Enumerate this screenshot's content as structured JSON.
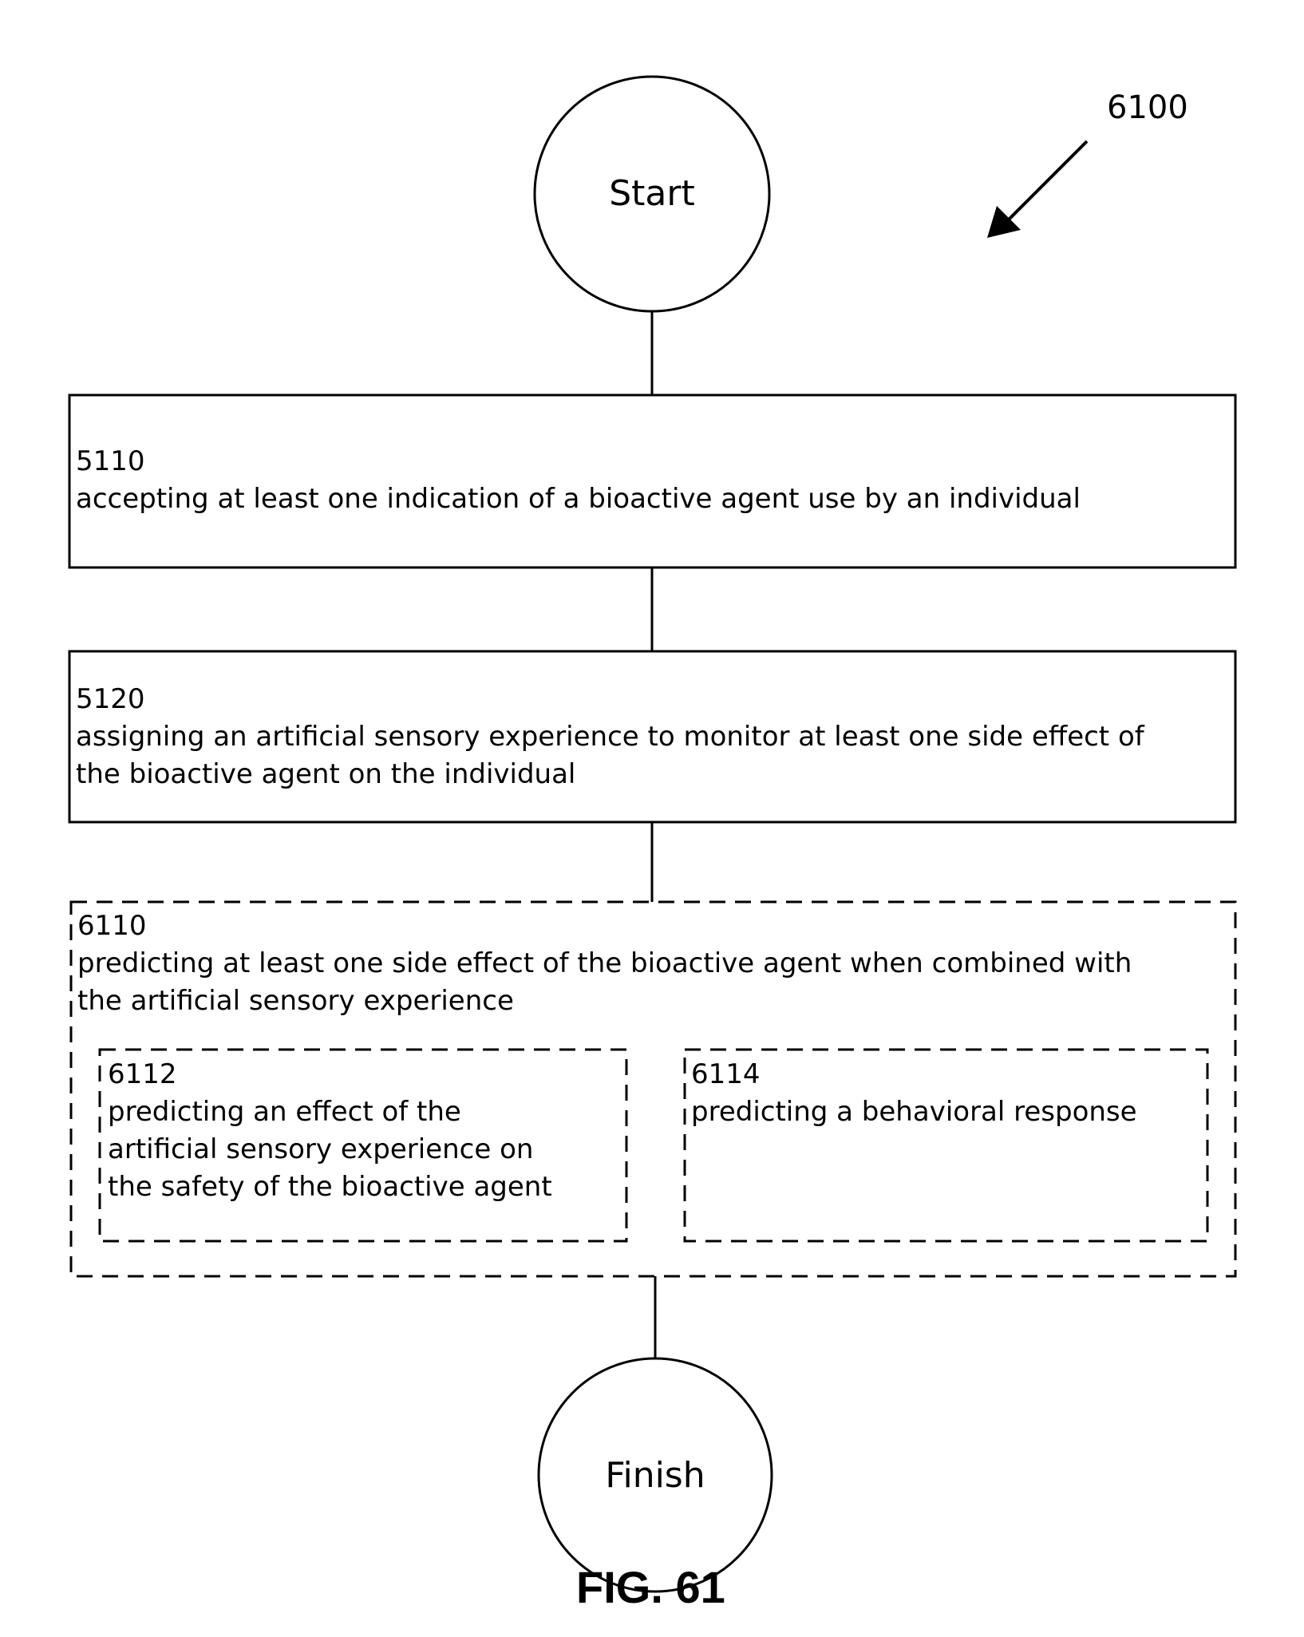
{
  "figure": {
    "reference_number": "6100",
    "caption": "FIG. 61"
  },
  "terminals": {
    "start": "Start",
    "finish": "Finish"
  },
  "steps": [
    {
      "id": "5110",
      "text": "accepting at least one indication of a bioactive agent use by an individual",
      "style": "solid"
    },
    {
      "id": "5120",
      "lines": [
        "assigning an artificial sensory experience to monitor at least one side effect of",
        "the bioactive agent on the individual"
      ],
      "style": "solid"
    },
    {
      "id": "6110",
      "lines": [
        "predicting at least one side effect of the bioactive agent when combined with",
        "the artificial sensory experience"
      ],
      "style": "dashed",
      "substeps": [
        {
          "id": "6112",
          "lines": [
            "predicting an effect of the",
            "artificial sensory experience on",
            "the safety of the bioactive agent"
          ],
          "style": "dashed"
        },
        {
          "id": "6114",
          "lines": [
            "predicting a behavioral response"
          ],
          "style": "dashed"
        }
      ]
    }
  ]
}
